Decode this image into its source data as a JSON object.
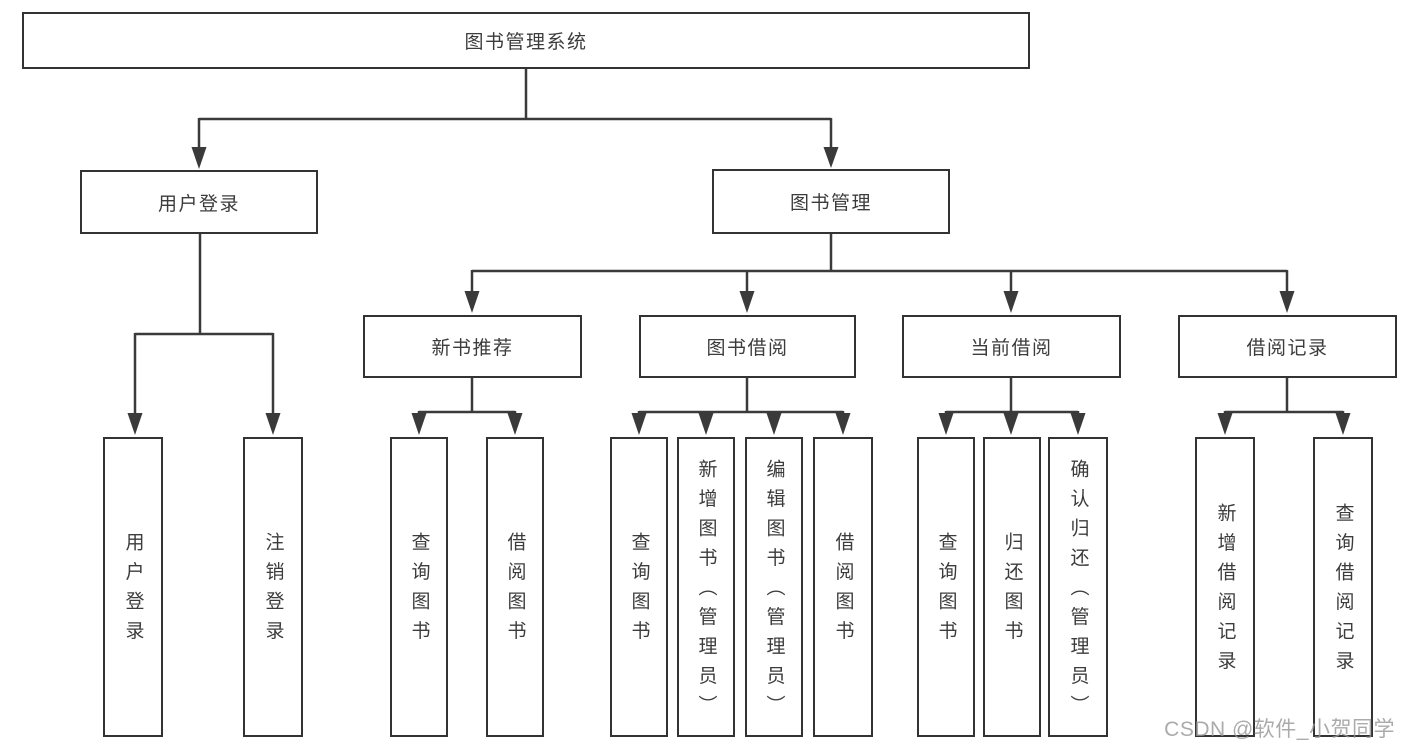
{
  "diagram": {
    "root": {
      "label": "图书管理系统"
    },
    "branches": [
      {
        "label": "用户登录",
        "children": [
          {
            "label": "用户登录"
          },
          {
            "label": "注销登录"
          }
        ]
      },
      {
        "label": "图书管理",
        "children": [
          {
            "label": "新书推荐",
            "children": [
              {
                "label": "查询图书"
              },
              {
                "label": "借阅图书"
              }
            ]
          },
          {
            "label": "图书借阅",
            "children": [
              {
                "label": "查询图书"
              },
              {
                "label": "新增图书（管理员）"
              },
              {
                "label": "编辑图书（管理员）"
              },
              {
                "label": "借阅图书"
              }
            ]
          },
          {
            "label": "当前借阅",
            "children": [
              {
                "label": "查询图书"
              },
              {
                "label": "归还图书"
              },
              {
                "label": "确认归还（管理员）"
              }
            ]
          },
          {
            "label": "借阅记录",
            "children": [
              {
                "label": "新增借阅记录"
              },
              {
                "label": "查询借阅记录"
              }
            ]
          }
        ]
      }
    ]
  },
  "watermark": {
    "text": "CSDN @软件_小贺同学"
  },
  "colors": {
    "line": "#3a3a3a",
    "box_border": "#333333",
    "text": "#3c3c3c",
    "watermark": "#969696",
    "background": "#ffffff"
  }
}
